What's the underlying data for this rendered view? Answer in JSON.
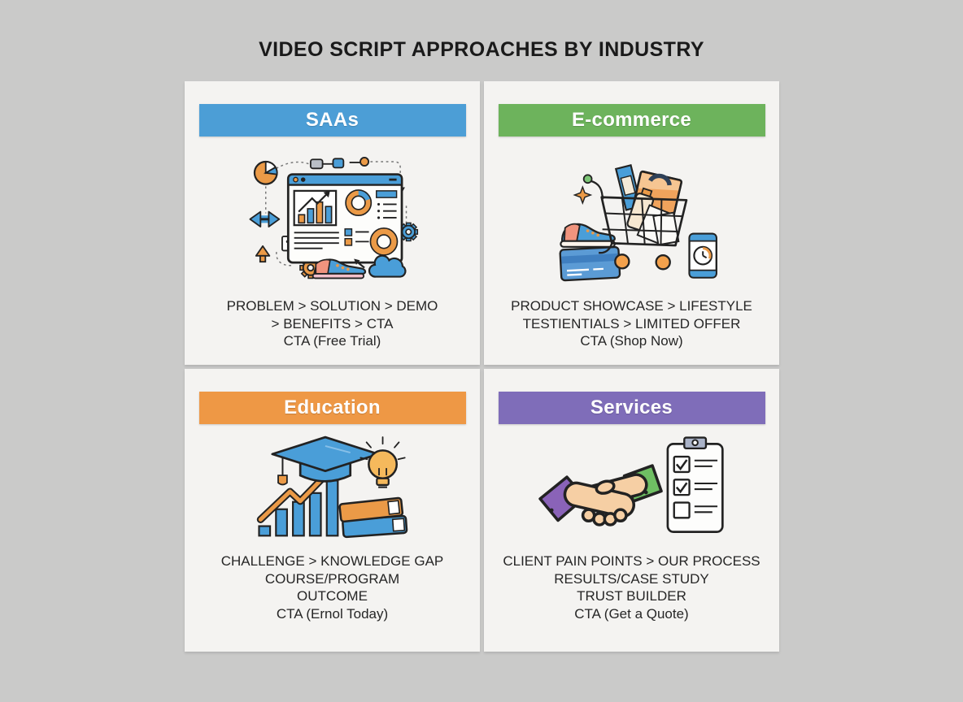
{
  "title": "VIDEO SCRIPT APPROACHES BY INDUSTRY",
  "quadrants": [
    {
      "id": "saas",
      "label": "SAAs",
      "header_color": "#4c9ed6",
      "icon": "saas-analytics-dashboard",
      "lines": [
        "PROBLEM > SOLUTION > DEMO",
        "> BENEFITS > CTA",
        "CTA (Free Trial)"
      ]
    },
    {
      "id": "ecommerce",
      "label": "E-commerce",
      "header_color": "#6db35c",
      "icon": "shopping-cart-products",
      "lines": [
        "PRODUCT SHOWCASE > LIFESTYLE",
        "TESTIENTIALS > LIMITED OFFER",
        "CTA (Shop Now)"
      ]
    },
    {
      "id": "education",
      "label": "Education",
      "header_color": "#ee9845",
      "icon": "graduation-growth-books",
      "lines": [
        "CHALLENGE > KNOWLEDGE GAP",
        "COURSE/PROGRAM",
        "OUTCOME",
        "CTA (Ernol Today)"
      ]
    },
    {
      "id": "services",
      "label": "Services",
      "header_color": "#7f6db9",
      "icon": "handshake-checklist",
      "lines": [
        "CLIENT PAIN POINTS > OUR PROCESS",
        "RESULTS/CASE STUDY",
        "TRUST BUILDER",
        "CTA (Get a Quote)"
      ]
    }
  ],
  "colors": {
    "page_background": "#cacac9",
    "panel_background": "#f4f3f1",
    "title_text": "#1a1a1a",
    "body_text": "#262626",
    "header_text": "#ffffff",
    "accent_blue": "#4c9ed6",
    "accent_green": "#6db35c",
    "accent_orange": "#ee9845",
    "accent_purple": "#7f6db9",
    "icon_orange": "#eb9a47",
    "icon_blue": "#4a9ed8",
    "icon_tan": "#f6cfa4",
    "icon_salmon": "#f0947e",
    "outline_dark": "#222222"
  }
}
